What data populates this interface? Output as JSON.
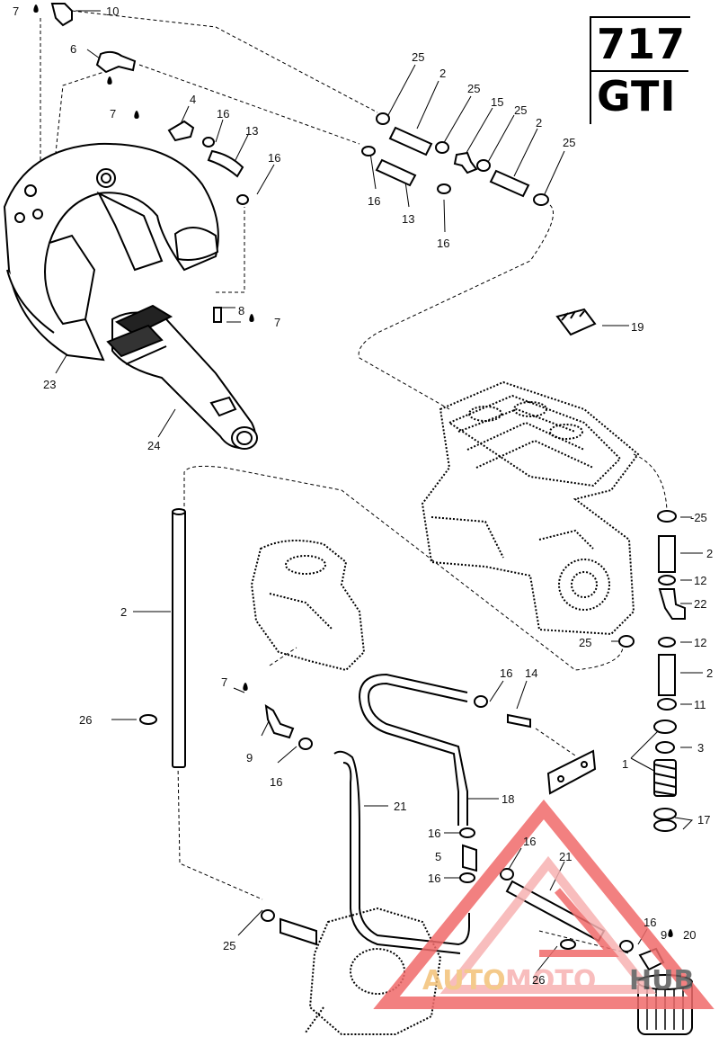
{
  "header": {
    "model_number": "717",
    "model_name": "GTI"
  },
  "watermark": {
    "part1": "AUTO",
    "part2": "MOTO",
    "part3": "HUB",
    "color": "#f06b6b",
    "color_light": "#f7b2b2"
  },
  "callouts": [
    {
      "id": "c-7a",
      "text": "7"
    },
    {
      "id": "c-10",
      "text": "10"
    },
    {
      "id": "c-6",
      "text": "6"
    },
    {
      "id": "c-7b",
      "text": "7"
    },
    {
      "id": "c-4",
      "text": "4"
    },
    {
      "id": "c-16a",
      "text": "16"
    },
    {
      "id": "c-13a",
      "text": "13"
    },
    {
      "id": "c-16b",
      "text": "16"
    },
    {
      "id": "c-25a",
      "text": "25"
    },
    {
      "id": "c-2a",
      "text": "2"
    },
    {
      "id": "c-25b",
      "text": "25"
    },
    {
      "id": "c-15",
      "text": "15"
    },
    {
      "id": "c-25c",
      "text": "25"
    },
    {
      "id": "c-2b",
      "text": "2"
    },
    {
      "id": "c-25d",
      "text": "25"
    },
    {
      "id": "c-16c",
      "text": "16"
    },
    {
      "id": "c-13b",
      "text": "13"
    },
    {
      "id": "c-16d",
      "text": "16"
    },
    {
      "id": "c-8",
      "text": "8"
    },
    {
      "id": "c-7c",
      "text": "7"
    },
    {
      "id": "c-19",
      "text": "19"
    },
    {
      "id": "c-23",
      "text": "23"
    },
    {
      "id": "c-24",
      "text": "24"
    },
    {
      "id": "c-25e",
      "text": "-25"
    },
    {
      "id": "c-2c",
      "text": "2"
    },
    {
      "id": "c-12a",
      "text": "12"
    },
    {
      "id": "c-22",
      "text": "22"
    },
    {
      "id": "c-25f",
      "text": "25"
    },
    {
      "id": "c-12b",
      "text": "12"
    },
    {
      "id": "c-2d",
      "text": "2"
    },
    {
      "id": "c-2e",
      "text": "2"
    },
    {
      "id": "c-11",
      "text": "11"
    },
    {
      "id": "c-3",
      "text": "3"
    },
    {
      "id": "c-1",
      "text": "1"
    },
    {
      "id": "c-17",
      "text": "17"
    },
    {
      "id": "c-7d",
      "text": "7"
    },
    {
      "id": "c-16e",
      "text": "16"
    },
    {
      "id": "c-14",
      "text": "14"
    },
    {
      "id": "c-26a",
      "text": "26"
    },
    {
      "id": "c-9a",
      "text": "9"
    },
    {
      "id": "c-16f",
      "text": "16"
    },
    {
      "id": "c-21a",
      "text": "21"
    },
    {
      "id": "c-18",
      "text": "18"
    },
    {
      "id": "c-16g",
      "text": "16"
    },
    {
      "id": "c-5",
      "text": "5"
    },
    {
      "id": "c-16h",
      "text": "16"
    },
    {
      "id": "c-16i",
      "text": "16"
    },
    {
      "id": "c-21b",
      "text": "21"
    },
    {
      "id": "c-25g",
      "text": "25"
    },
    {
      "id": "c-16j",
      "text": "16"
    },
    {
      "id": "c-9b",
      "text": "9"
    },
    {
      "id": "c-20",
      "text": "20"
    },
    {
      "id": "c-26b",
      "text": "26"
    }
  ]
}
